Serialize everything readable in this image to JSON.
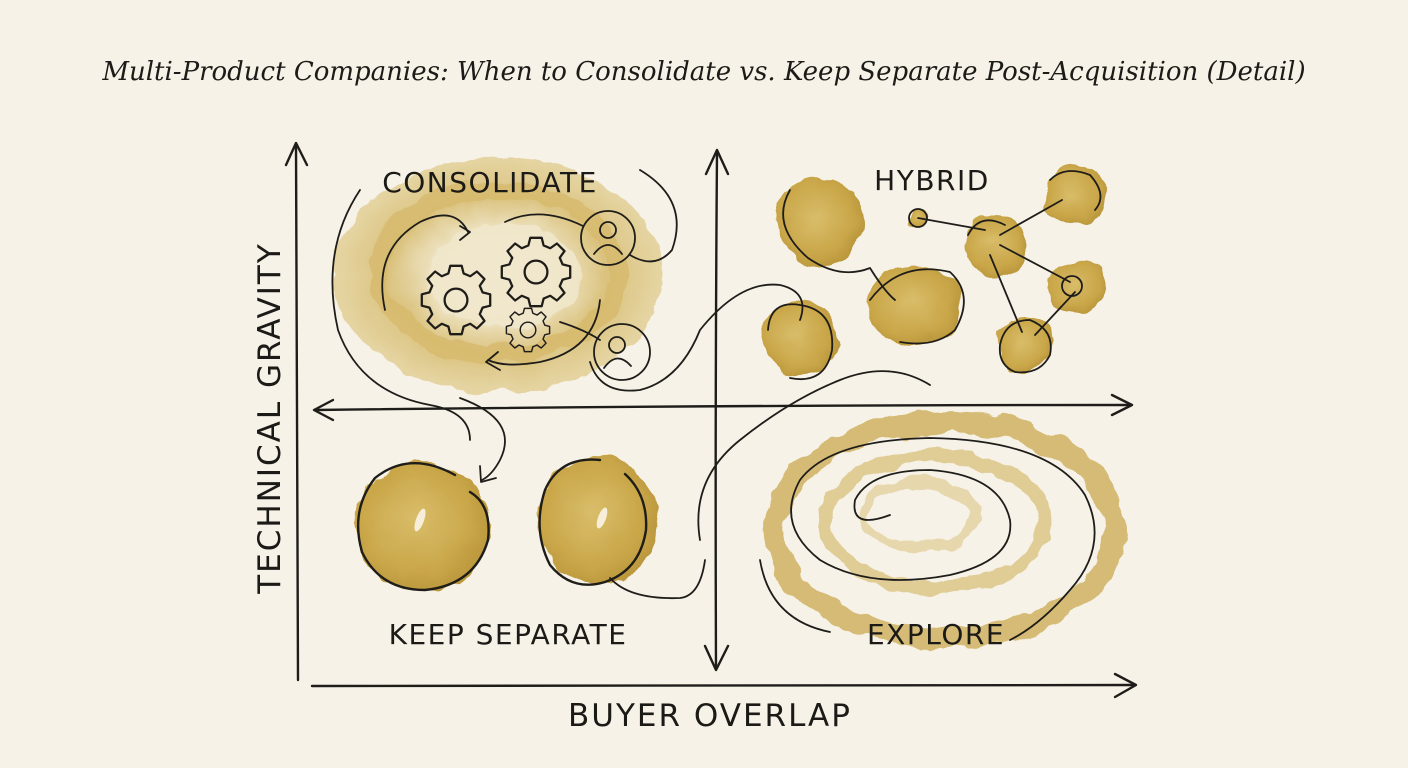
{
  "title": "Multi-Product Companies: When to Consolidate vs. Keep Separate Post-Acquisition (Detail)",
  "axes": {
    "x_label": "BUYER OVERLAP",
    "y_label": "TECHNICAL GRAVITY"
  },
  "quadrants": {
    "top_left": "CONSOLIDATE",
    "top_right": "HYBRID",
    "bottom_left": "KEEP SEPARATE",
    "bottom_right": "EXPLORE"
  },
  "colors": {
    "background": "#f6f2e7",
    "ink": "#1f1d1a",
    "wash": "#c9a94a"
  },
  "icons": [
    "gear-icon",
    "person-icon",
    "arrow-icon",
    "spiral-icon",
    "network-icon"
  ]
}
